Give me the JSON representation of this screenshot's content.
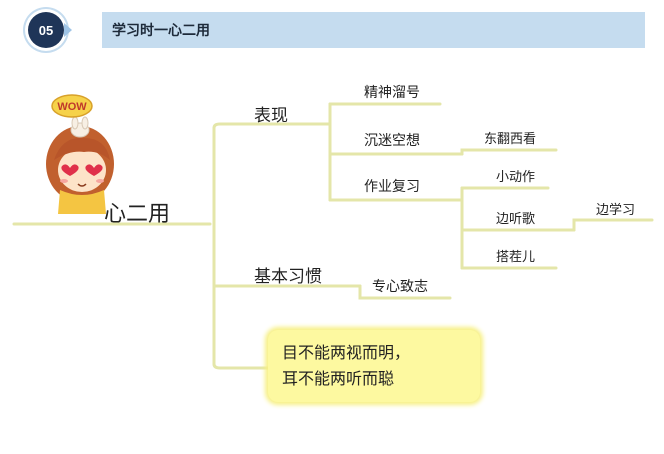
{
  "header": {
    "badge_number": "05",
    "title": "学习时一心二用"
  },
  "sticker": {
    "wow_text": "WOW"
  },
  "mindmap": {
    "root": "心二用",
    "branch_performance": "表现",
    "branch_habit": "基本习惯",
    "perf_items": [
      "精神溜号",
      "沉迷空想",
      "作业复习"
    ],
    "daydream_child": "东翻西看",
    "homework_children": [
      "小动作",
      "边听歌",
      "搭茬儿"
    ],
    "music_child": "边学习",
    "habit_child": "专心致志",
    "quote_lines": [
      "目不能两视而明，",
      "耳不能两听而聪"
    ]
  },
  "colors": {
    "line": "#e4e6a9",
    "badge": "#1f3558",
    "title_bar": "#c5dcef",
    "bubble": "#fdf9a0"
  }
}
